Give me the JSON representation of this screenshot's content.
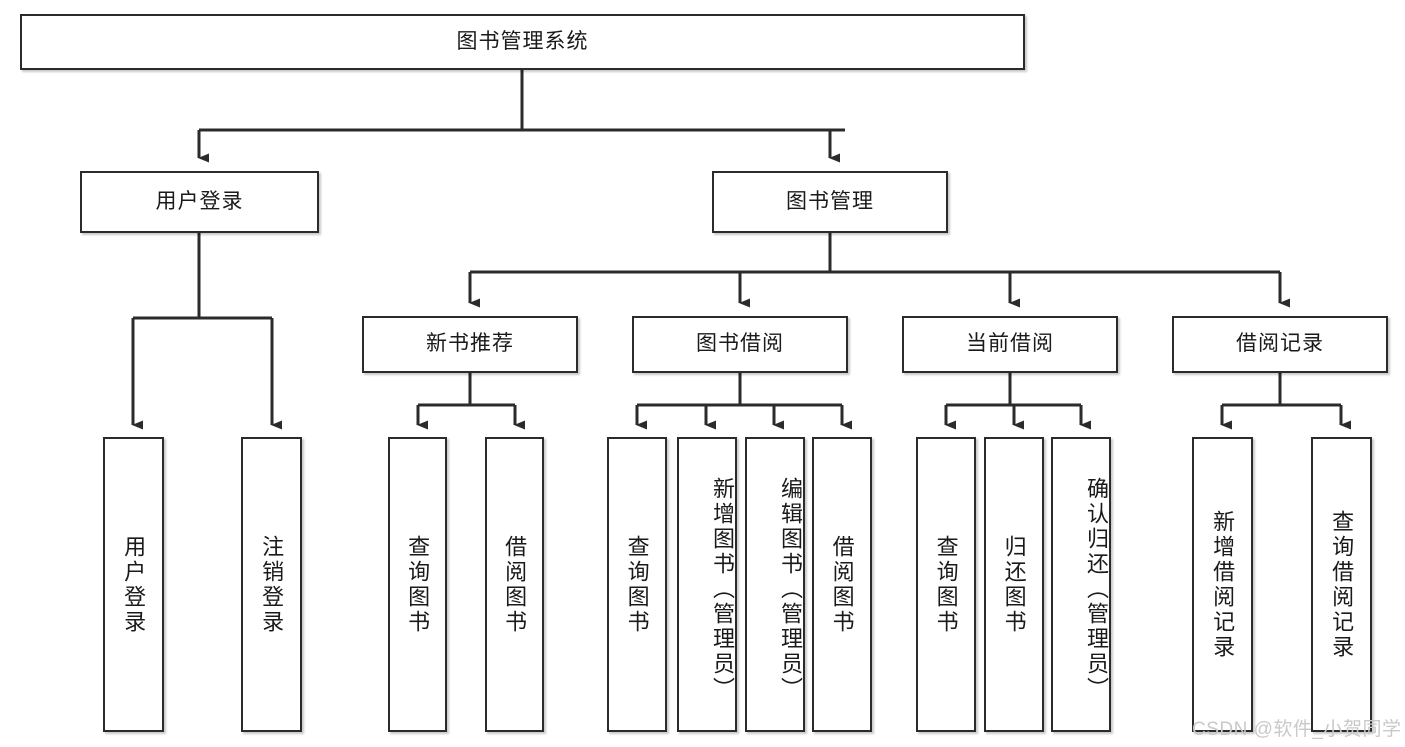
{
  "diagram": {
    "title_node": {
      "label": "图书管理系统"
    },
    "level2": [
      {
        "id": "user-login",
        "label": "用户登录"
      },
      {
        "id": "book-management",
        "label": "图书管理"
      }
    ],
    "level3": [
      {
        "id": "new-book-recommend",
        "label": "新书推荐"
      },
      {
        "id": "book-borrow",
        "label": "图书借阅"
      },
      {
        "id": "current-borrow",
        "label": "当前借阅"
      },
      {
        "id": "borrow-record",
        "label": "借阅记录"
      }
    ],
    "leaves": {
      "user_login": [
        {
          "id": "leaf-user-login",
          "label": "用户登录"
        },
        {
          "id": "leaf-user-logout",
          "label": "注销登录"
        }
      ],
      "new_book_recommend": [
        {
          "id": "leaf-query-book-1",
          "label": "查询图书"
        },
        {
          "id": "leaf-borrow-book-1",
          "label": "借阅图书"
        }
      ],
      "book_borrow": [
        {
          "id": "leaf-query-book-2",
          "label": "查询图书"
        },
        {
          "id": "leaf-add-book",
          "label": "新增图书（管理员）"
        },
        {
          "id": "leaf-edit-book",
          "label": "编辑图书（管理员）"
        },
        {
          "id": "leaf-borrow-book-2",
          "label": "借阅图书"
        }
      ],
      "current_borrow": [
        {
          "id": "leaf-query-book-3",
          "label": "查询图书"
        },
        {
          "id": "leaf-return-book",
          "label": "归还图书"
        },
        {
          "id": "leaf-confirm-return",
          "label": "确认归还（管理员）"
        }
      ],
      "borrow_record": [
        {
          "id": "leaf-add-record",
          "label": "新增借阅记录"
        },
        {
          "id": "leaf-query-record",
          "label": "查询借阅记录"
        }
      ]
    }
  },
  "watermark": {
    "text": "CSDN @软件_小贺同学"
  },
  "colors": {
    "stroke": "#2b2b2b",
    "fill": "#ffffff",
    "text": "#1a1a1a",
    "watermark": "#c9c9c9"
  }
}
